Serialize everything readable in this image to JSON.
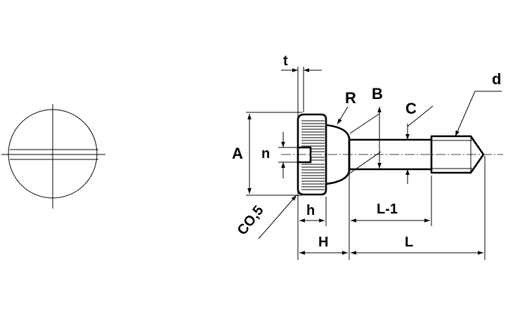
{
  "labels": {
    "t": "t",
    "R": "R",
    "B": "B",
    "C": "C",
    "d": "d",
    "A": "A",
    "n": "n",
    "chamfer": "CO,5",
    "h": "h",
    "L_minus_1": "L-1",
    "H": "H",
    "L": "L"
  }
}
